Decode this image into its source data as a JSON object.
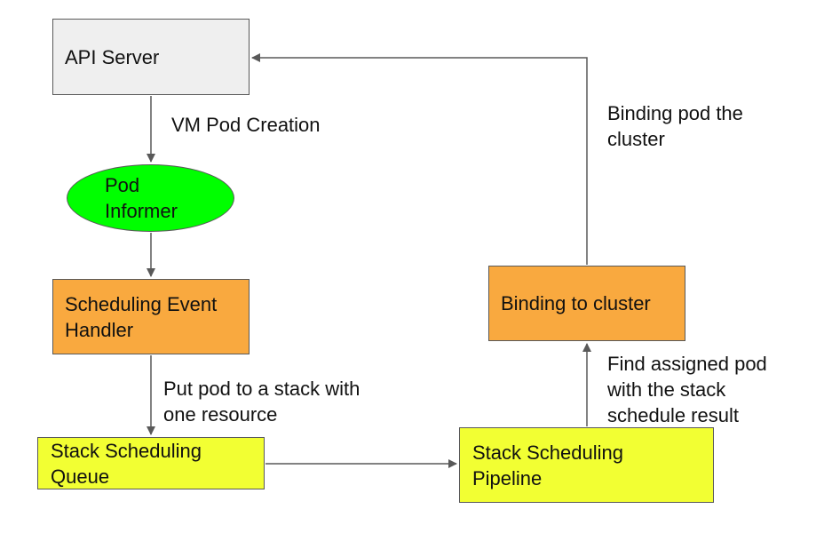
{
  "nodes": {
    "api_server": "API Server",
    "pod_informer": [
      "Pod",
      "Informer"
    ],
    "scheduling_event_handler": [
      "Scheduling Event",
      "Handler"
    ],
    "stack_scheduling_queue": [
      "Stack Scheduling",
      "Queue"
    ],
    "stack_scheduling_pipeline": [
      "Stack Scheduling",
      "Pipeline"
    ],
    "binding_to_cluster": "Binding to cluster"
  },
  "edge_labels": {
    "vm_pod_creation": "VM Pod Creation",
    "put_pod": [
      "Put pod to a stack with",
      "one resource"
    ],
    "find_assigned": [
      "Find assigned pod",
      "with the stack",
      "schedule result"
    ],
    "binding_pod": [
      "Binding pod the",
      "cluster"
    ]
  },
  "colors": {
    "api_server": "#efefef",
    "pod_informer": "#00ff00",
    "handler": "#f9a93f",
    "queue": "#f2ff33",
    "pipeline": "#f2ff33",
    "binding": "#f9a93f",
    "edge": "#595959"
  }
}
